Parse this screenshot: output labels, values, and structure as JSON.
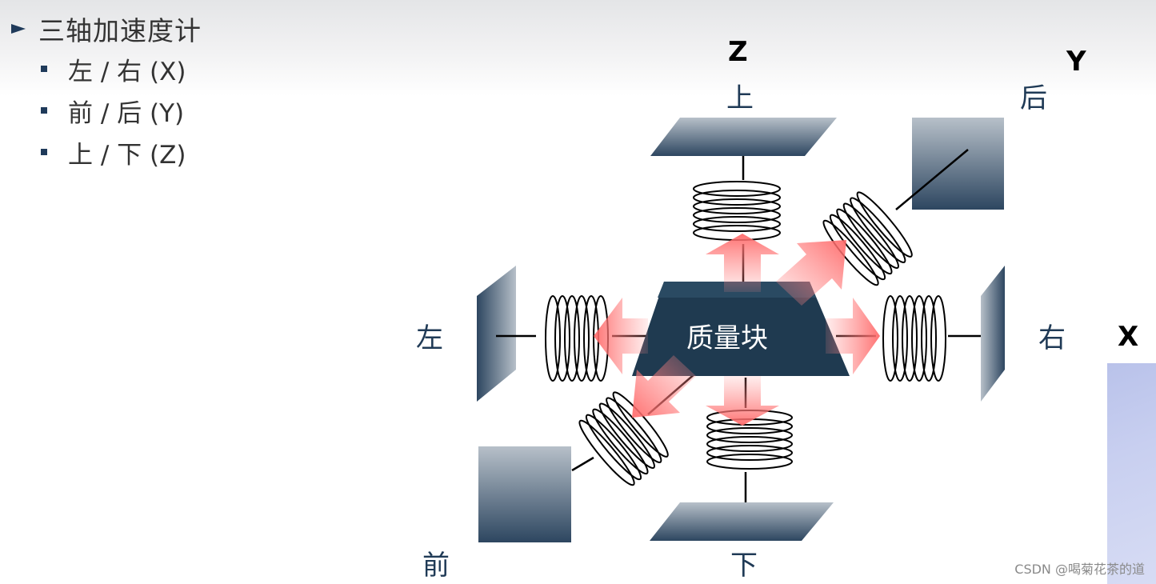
{
  "slide": {
    "title": "三轴加速度计",
    "items": [
      {
        "label": "左 / 右 (X)"
      },
      {
        "label": "前 / 后 (Y)"
      },
      {
        "label": "上 / 下 (Z)"
      }
    ]
  },
  "diagram": {
    "mass_label": "质量块",
    "directions": {
      "up": "上",
      "down": "下",
      "left": "左",
      "right": "右",
      "front": "前",
      "back": "后"
    },
    "axes": {
      "x": "X",
      "y": "Y",
      "z": "Z"
    }
  },
  "watermark": "CSDN @喝菊花茶的道",
  "colors": {
    "bullet": "#1f3a5a",
    "plate_dark": "#2d4660",
    "plate_light": "#b7c0c9",
    "mass": "#1f3a50",
    "arrow": "#ff6f6f",
    "label": "#1f3a56"
  }
}
